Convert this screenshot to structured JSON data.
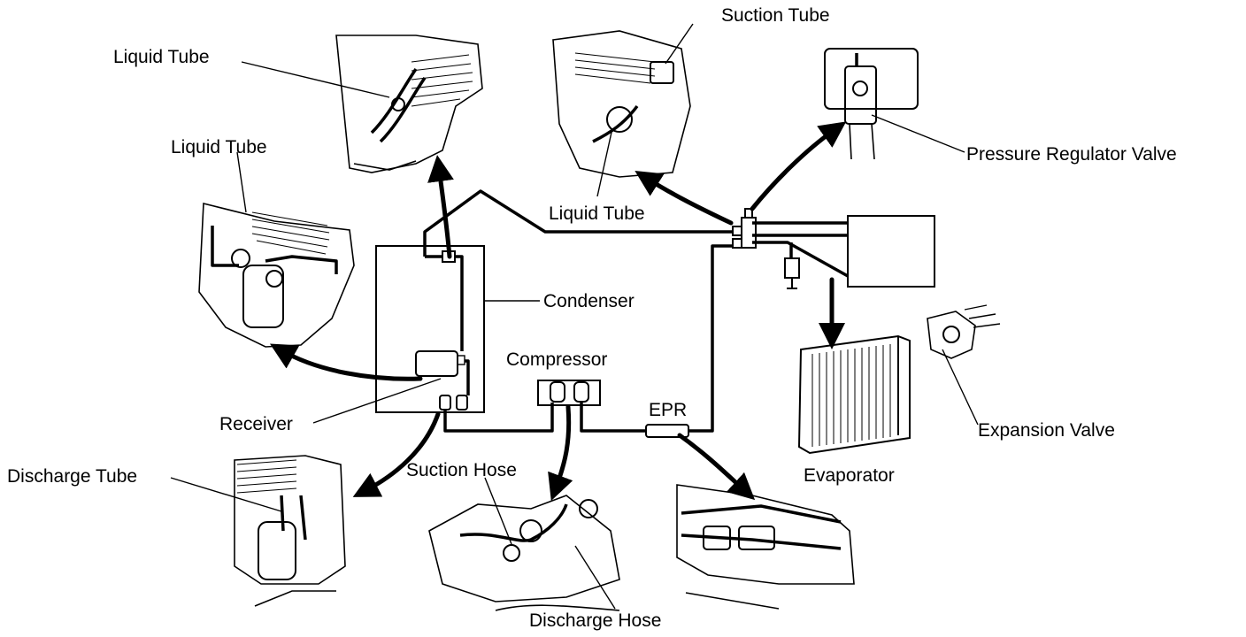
{
  "labels": {
    "liquid_tube_top": "Liquid Tube",
    "liquid_tube_left": "Liquid Tube",
    "liquid_tube_center": "Liquid Tube",
    "suction_tube": "Suction Tube",
    "pressure_regulator_valve": "Pressure Regulator Valve",
    "condenser": "Condenser",
    "compressor": "Compressor",
    "receiver": "Receiver",
    "epr": "EPR",
    "expansion_valve": "Expansion Valve",
    "evaporator": "Evaporator",
    "discharge_tube": "Discharge Tube",
    "suction_hose": "Suction Hose",
    "discharge_hose": "Discharge Hose"
  }
}
